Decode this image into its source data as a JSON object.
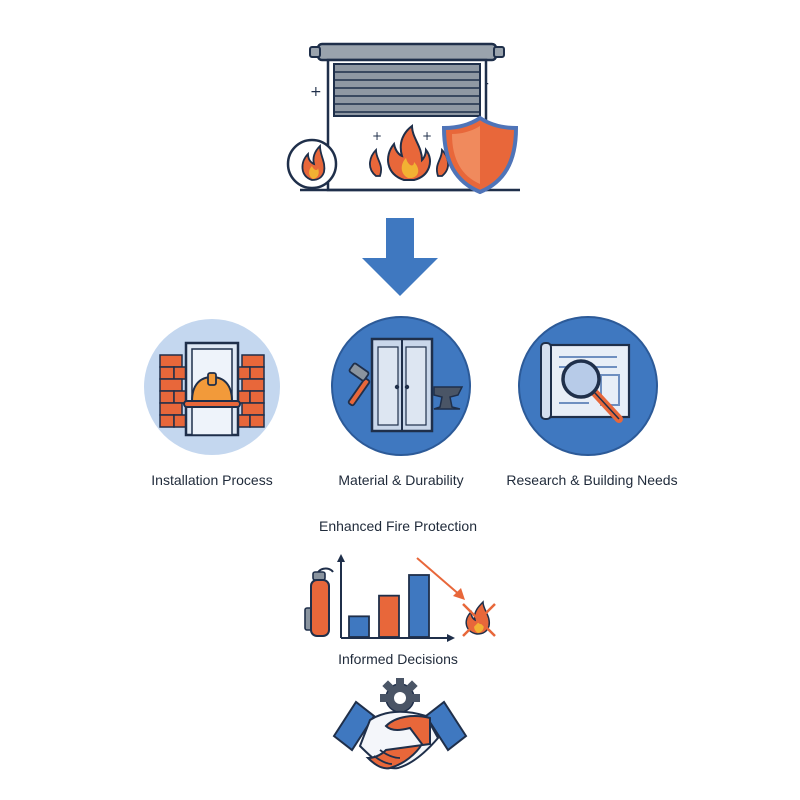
{
  "labels": {
    "installation": "Installation Process",
    "material": "Material & Durability",
    "research": "Research & Building Needs",
    "enhanced": "Enhanced Fire Protection",
    "informed": "Informed Decisions"
  },
  "colors": {
    "blue": "#3f78c0",
    "light_blue": "#c4d7ef",
    "orange": "#e8673a",
    "navy": "#1f2f4a",
    "gray": "#8a949f"
  },
  "icons": {
    "top": "fire-rated-rolling-shutter-icon",
    "arrow": "down-arrow-icon",
    "installation": "brick-doorway-hard-hat-icon",
    "material": "steel-door-hammer-anvil-icon",
    "research": "blueprint-magnifier-icon",
    "chart": "bar-chart-extinguisher-icon",
    "handshake": "handshake-gear-icon"
  },
  "chart_data": {
    "type": "bar",
    "categories": [
      "",
      "",
      ""
    ],
    "values": [
      1,
      2,
      3
    ],
    "title": "",
    "xlabel": "",
    "ylabel": ""
  }
}
